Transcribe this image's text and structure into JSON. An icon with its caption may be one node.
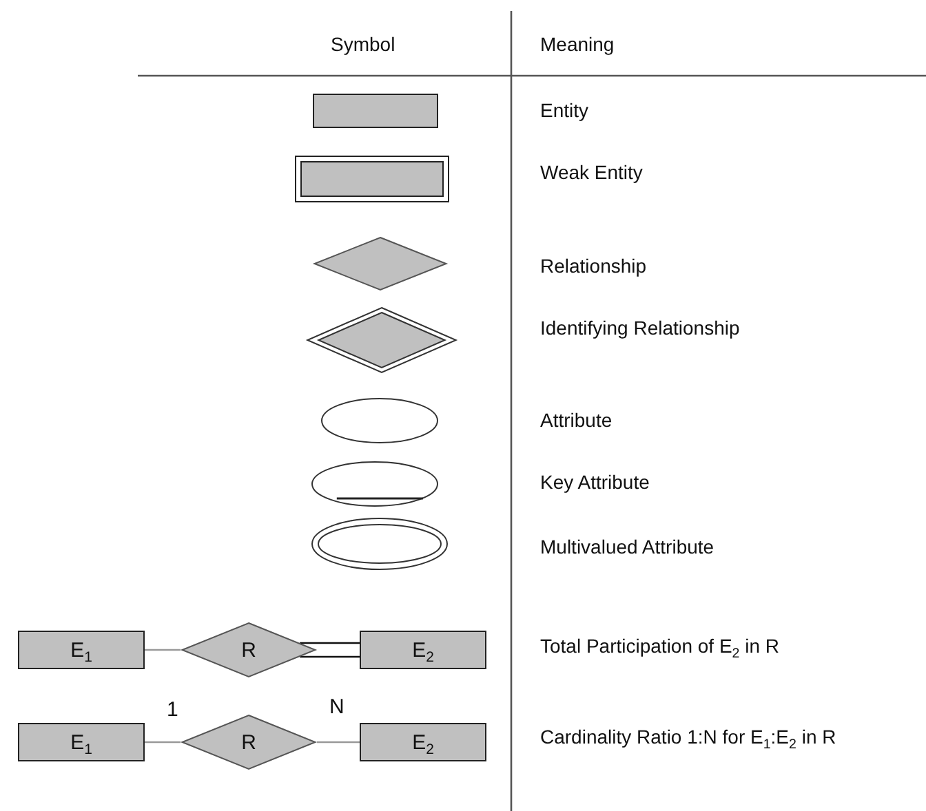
{
  "diagram": {
    "nodes": [
      {
        "text": [],
        "shape": "box"
      },
      {
        "text": [],
        "shape": "box"
      },
      {
        "text": [],
        "shape": "diamond"
      },
      {
        "text": [],
        "shape": "diamond"
      },
      {
        "text": [],
        "shape": "ellipse"
      },
      {
        "text": [],
        "shape": "ellipse"
      },
      {
        "text": [],
        "shape": "ellipse"
      },
      {
        "text": [
          "E$_{1}$"
        ]
      },
      {
        "text": [
          "R"
        ]
      },
      {
        "text": [
          "E$_{2}$"
        ]
      },
      {
        "text": [
          "E$_{1}$"
        ]
      },
      {
        "text": [
          "R"
        ]
      },
      {
        "text": [
          "E$_{2}$"
        ]
      }
    ],
    "edges": [
      {
        "from": 7,
        "to": 8,
        "arrow": "none"
      },
      {
        "from": 8,
        "to": 9,
        "arrow": "none",
        "color": "#111111"
      },
      {
        "from": 10,
        "to": 11,
        "arrow": "none",
        "label": "1"
      },
      {
        "from": 11,
        "to": 12,
        "arrow": "none",
        "label": "N"
      }
    ],
    "labels": [
      "Symbol",
      "Meaning",
      "Entity",
      "Weak Entity",
      "Relationship",
      "Identifying Relationship",
      "Attribute",
      "Key Attribute",
      "Multivalued Attribute",
      "Total Participation of E$_{2}$ in R",
      "Cardinality Ratio 1:N for E$_{1}$:E$_{2}$ in R"
    ]
  }
}
